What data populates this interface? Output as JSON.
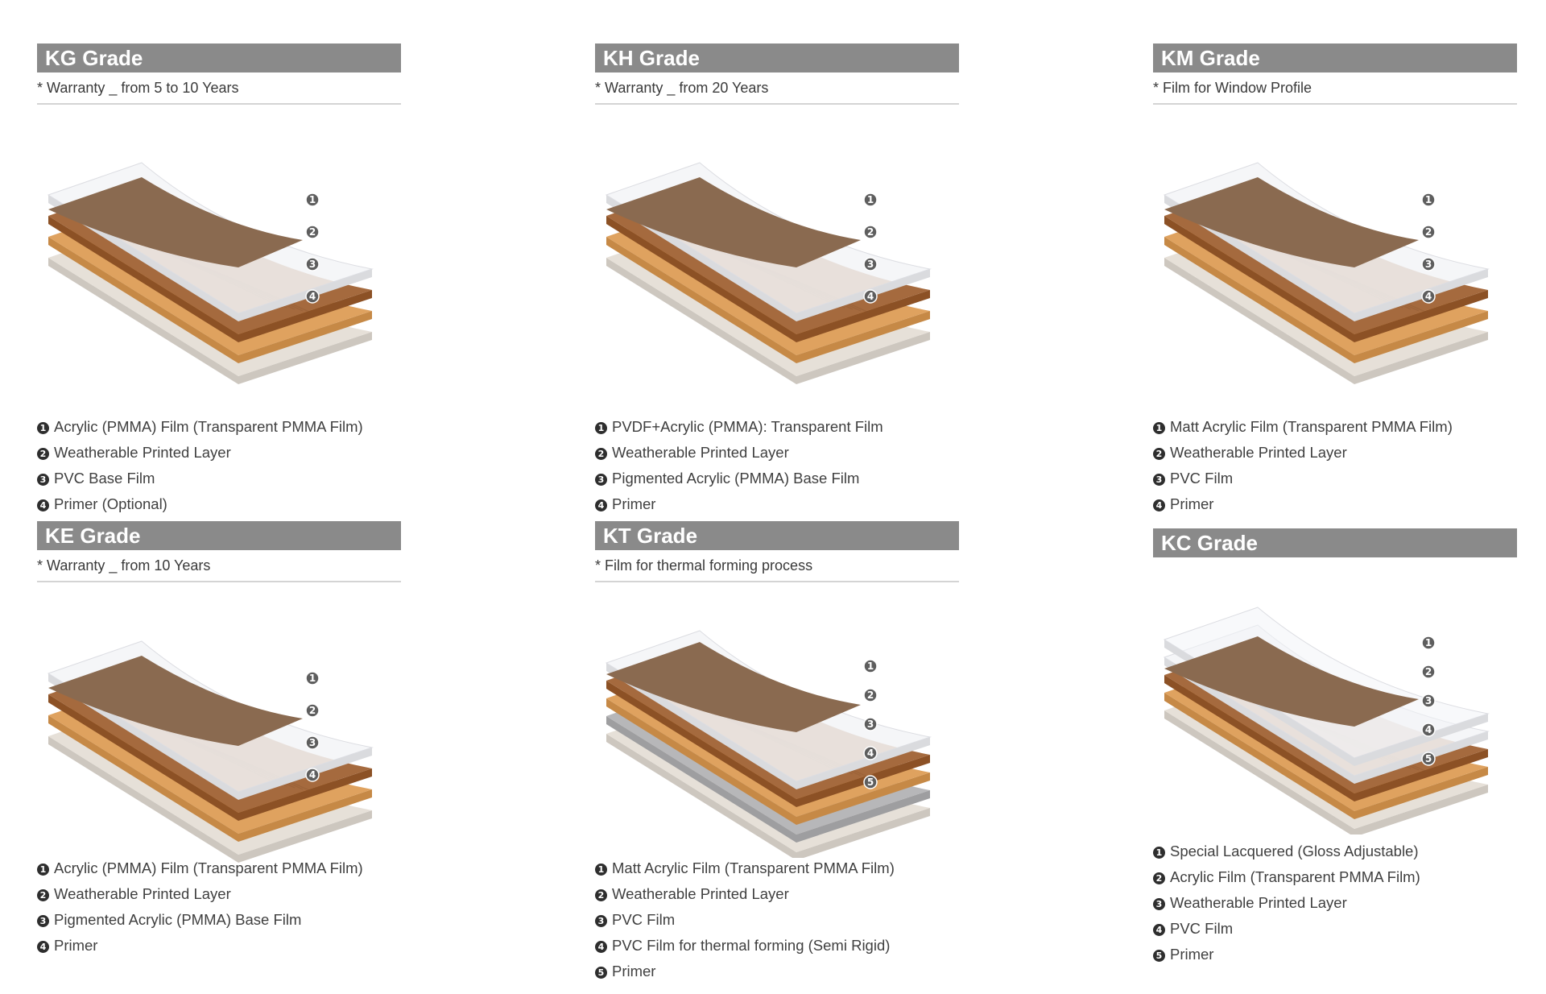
{
  "colors": {
    "header_bg": "#8a8a8a",
    "divider": "#d4d4d4",
    "layer_dark_wood": "#8a6a50",
    "layer_mid_wood": "#a56a3e",
    "layer_light_wood": "#dfa25f",
    "layer_primer": "#e6e0d8",
    "layer_grey": "#b7b7b9",
    "layer_clear": "#f3f4f7",
    "marker": "#5e5e5e"
  },
  "grades": [
    {
      "title": "KG Grade",
      "subtitle": "* Warranty _ from 5 to 10 Years",
      "items": [
        {
          "num": "1",
          "label": "Acrylic (PMMA) Film (Transparent PMMA Film)"
        },
        {
          "num": "2",
          "label": "Weatherable Printed Layer"
        },
        {
          "num": "3",
          "label": "PVC Base Film"
        },
        {
          "num": "4",
          "label": "Primer (Optional)"
        }
      ],
      "layers": [
        "clear",
        "wood",
        "light",
        "primer"
      ]
    },
    {
      "title": "KH Grade",
      "subtitle": "* Warranty _ from 20 Years",
      "items": [
        {
          "num": "1",
          "label": "PVDF+Acrylic (PMMA): Transparent Film"
        },
        {
          "num": "2",
          "label": "Weatherable Printed Layer"
        },
        {
          "num": "3",
          "label": "Pigmented Acrylic (PMMA) Base Film"
        },
        {
          "num": "4",
          "label": "Primer"
        }
      ],
      "layers": [
        "clear",
        "wood",
        "light",
        "primer"
      ]
    },
    {
      "title": "KM Grade",
      "subtitle": "* Film for Window Profile",
      "items": [
        {
          "num": "1",
          "label": "Matt Acrylic Film (Transparent PMMA Film)"
        },
        {
          "num": "2",
          "label": "Weatherable Printed Layer"
        },
        {
          "num": "3",
          "label": "PVC Film"
        },
        {
          "num": "4",
          "label": "Primer"
        }
      ],
      "layers": [
        "clear",
        "wood",
        "light",
        "primer"
      ]
    },
    {
      "title": "KE Grade",
      "subtitle": "* Warranty _ from 10 Years",
      "items": [
        {
          "num": "1",
          "label": "Acrylic (PMMA) Film (Transparent PMMA Film)"
        },
        {
          "num": "2",
          "label": "Weatherable Printed Layer"
        },
        {
          "num": "3",
          "label": "Pigmented Acrylic (PMMA) Base Film"
        },
        {
          "num": "4",
          "label": "Primer"
        }
      ],
      "layers": [
        "clear",
        "wood",
        "light",
        "primer"
      ]
    },
    {
      "title": "KT Grade",
      "subtitle": "* Film for thermal forming process",
      "items": [
        {
          "num": "1",
          "label": "Matt Acrylic Film (Transparent PMMA Film)"
        },
        {
          "num": "2",
          "label": "Weatherable Printed Layer"
        },
        {
          "num": "3",
          "label": "PVC Film"
        },
        {
          "num": "4",
          "label": "PVC Film for thermal forming (Semi Rigid)"
        },
        {
          "num": "5",
          "label": "Primer"
        }
      ],
      "layers": [
        "clear",
        "wood",
        "light",
        "grey",
        "primer"
      ]
    },
    {
      "title": "KC Grade",
      "subtitle": "",
      "items": [
        {
          "num": "1",
          "label": "Special Lacquered (Gloss Adjustable)"
        },
        {
          "num": "2",
          "label": "Acrylic Film (Transparent PMMA Film)"
        },
        {
          "num": "3",
          "label": "Weatherable Printed Layer"
        },
        {
          "num": "4",
          "label": "PVC Film"
        },
        {
          "num": "5",
          "label": "Primer"
        }
      ],
      "layers": [
        "gloss",
        "clear",
        "wood",
        "light",
        "primer"
      ]
    }
  ]
}
